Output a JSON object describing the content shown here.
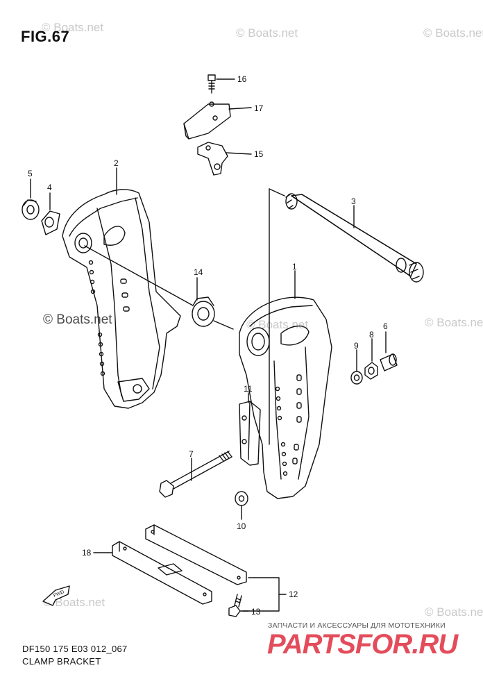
{
  "figure": {
    "title": "FIG.67"
  },
  "watermarks": [
    "© Boats.net",
    "© Boats.net",
    "© Boats.net",
    "© Boats.net",
    "© Boats.net",
    "© Boats.net",
    "© Boats.net",
    "© Boats.net"
  ],
  "parts": [
    "1",
    "2",
    "3",
    "4",
    "5",
    "6",
    "7",
    "8",
    "9",
    "10",
    "11",
    "12",
    "13",
    "14",
    "15",
    "16",
    "17",
    "18"
  ],
  "footer": {
    "model_code": "DF150 175 E03 012_067",
    "caption": "CLAMP BRACKET"
  },
  "promo": {
    "tagline": "ЗАПЧАСТИ И АКСЕССУАРЫ ДЛЯ МОТОТЕХНИКИ",
    "brand": "PARTSFOR.RU",
    "brand_color": "#e03a4a"
  },
  "fwd_label": "FWD"
}
